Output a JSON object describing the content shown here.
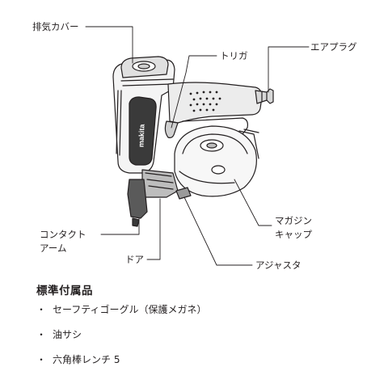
{
  "labels": {
    "exhaust_cover": "排気カバー",
    "trigger": "トリガ",
    "air_plug": "エアプラグ",
    "contact_arm_line1": "コンタクト",
    "contact_arm_line2": "アーム",
    "magazine_cap_line1": "マガジン",
    "magazine_cap_line2": "キャップ",
    "door": "ドア",
    "adjuster": "アジャスタ"
  },
  "tool_logo": "makita",
  "accessories": {
    "title": "標準付属品",
    "bullet": "・",
    "items": [
      "セーフティゴーグル（保護メガネ）",
      "油サシ",
      "六角棒レンチ 5"
    ]
  }
}
